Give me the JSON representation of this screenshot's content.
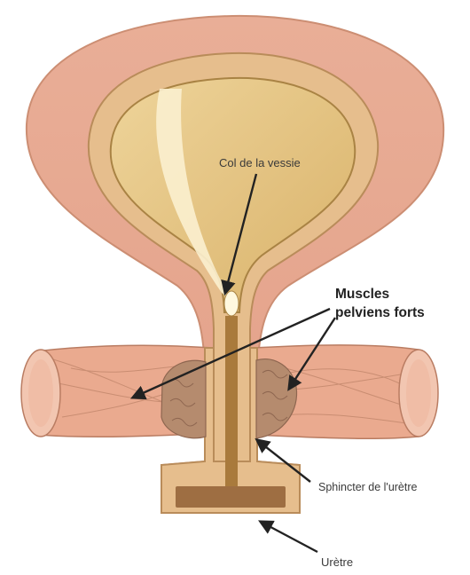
{
  "labels": {
    "bladder_neck": "Col de la vessie",
    "pelvic_muscles_line1": "Muscles",
    "pelvic_muscles_line2": "pelviens forts",
    "sphincter": "Sphincter de l'urètre",
    "urethra": "Urètre"
  },
  "colors": {
    "outer_wall": "#E7A890",
    "wall_outline": "#C9896F",
    "inner_wall": "#E6BE8D",
    "inner_wall_outline": "#B98C5A",
    "urine": "#E4C67F",
    "urine_outline": "#A98344",
    "highlight": "#FBF0CF",
    "channel": "#A97A3C",
    "muscle": "#E9A98D",
    "muscle_end": "#F1C3AE",
    "sphincter": "#B58B6E",
    "pad": "#9E6E42",
    "arrow": "#222222",
    "text": "#3A3A3A"
  }
}
